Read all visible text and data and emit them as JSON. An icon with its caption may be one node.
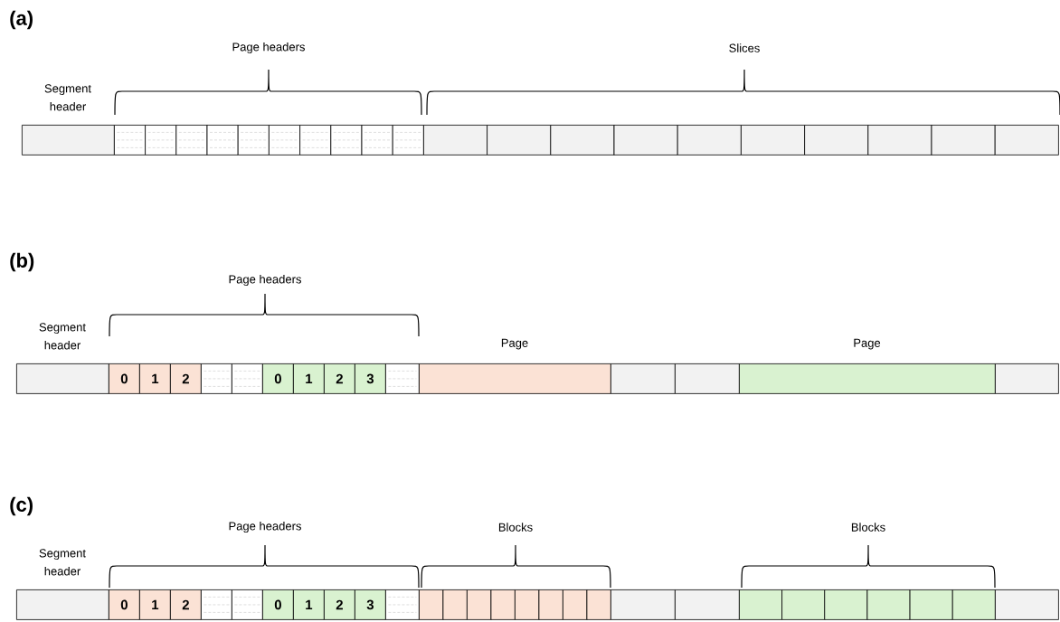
{
  "diagram": {
    "nodes": [
      {
        "text": [],
        "shape": "box",
        "beside": [
          "Segment header"
        ]
      },
      {
        "text": [],
        "shape": "box"
      },
      {
        "text": [],
        "shape": "box"
      },
      {
        "text": [],
        "shape": "box"
      },
      {
        "text": [],
        "shape": "box"
      },
      {
        "text": [],
        "shape": "box"
      },
      {
        "text": [],
        "shape": "box"
      },
      {
        "text": [],
        "shape": "box"
      },
      {
        "text": [],
        "shape": "box"
      },
      {
        "text": [],
        "shape": "box"
      },
      {
        "text": [],
        "shape": "box"
      },
      {
        "text": [],
        "shape": "box"
      },
      {
        "text": [],
        "shape": "box"
      },
      {
        "text": [],
        "shape": "box"
      },
      {
        "text": [],
        "shape": "box"
      },
      {
        "text": [],
        "shape": "box"
      },
      {
        "text": [],
        "shape": "box"
      },
      {
        "text": [],
        "shape": "box"
      },
      {
        "text": [],
        "shape": "box"
      },
      {
        "text": [],
        "shape": "box"
      },
      {
        "text": [],
        "shape": "box"
      },
      {
        "text": [],
        "shape": "box",
        "beside": [
          "Segment header"
        ]
      },
      {
        "text": [
          "0"
        ]
      },
      {
        "text": [
          "1"
        ]
      },
      {
        "text": [
          "2"
        ]
      },
      {
        "text": [],
        "shape": "box"
      },
      {
        "text": [],
        "shape": "box"
      },
      {
        "text": [
          "0"
        ]
      },
      {
        "text": [
          "1"
        ]
      },
      {
        "text": [
          "2"
        ]
      },
      {
        "text": [
          "3"
        ]
      },
      {
        "text": [],
        "shape": "box"
      },
      {
        "text": [],
        "shape": "box",
        "beside": [
          "Page"
        ]
      },
      {
        "text": [],
        "shape": "box"
      },
      {
        "text": [],
        "shape": "box"
      },
      {
        "text": [],
        "shape": "box",
        "beside": [
          "Page"
        ]
      },
      {
        "text": [],
        "shape": "box"
      },
      {
        "text": [],
        "shape": "box",
        "beside": [
          "Segment header"
        ]
      },
      {
        "text": [
          "0"
        ]
      },
      {
        "text": [
          "1"
        ]
      },
      {
        "text": [
          "2"
        ]
      },
      {
        "text": [],
        "shape": "box"
      },
      {
        "text": [],
        "shape": "box"
      },
      {
        "text": [
          "0"
        ]
      },
      {
        "text": [
          "1"
        ]
      },
      {
        "text": [
          "2"
        ]
      },
      {
        "text": [
          "3"
        ]
      },
      {
        "text": [],
        "shape": "box"
      },
      {
        "text": [],
        "shape": "box"
      },
      {
        "text": [],
        "shape": "box"
      },
      {
        "text": [],
        "shape": "box"
      },
      {
        "text": [],
        "shape": "box"
      },
      {
        "text": [],
        "shape": "box"
      },
      {
        "text": [],
        "shape": "box"
      },
      {
        "text": [],
        "shape": "box"
      },
      {
        "text": [],
        "shape": "box"
      },
      {
        "text": [],
        "shape": "box"
      },
      {
        "text": [],
        "shape": "box"
      },
      {
        "text": [],
        "shape": "box"
      },
      {
        "text": [],
        "shape": "box"
      },
      {
        "text": [],
        "shape": "box"
      },
      {
        "text": [],
        "shape": "box"
      },
      {
        "text": [],
        "shape": "box"
      },
      {
        "text": [],
        "shape": "box"
      },
      {
        "text": [],
        "shape": "box"
      }
    ],
    "labels": [
      "(a)",
      "Page headers",
      "Slices",
      "(b)",
      "Page headers",
      "(c)",
      "Page headers",
      "Blocks",
      "Blocks"
    ]
  }
}
